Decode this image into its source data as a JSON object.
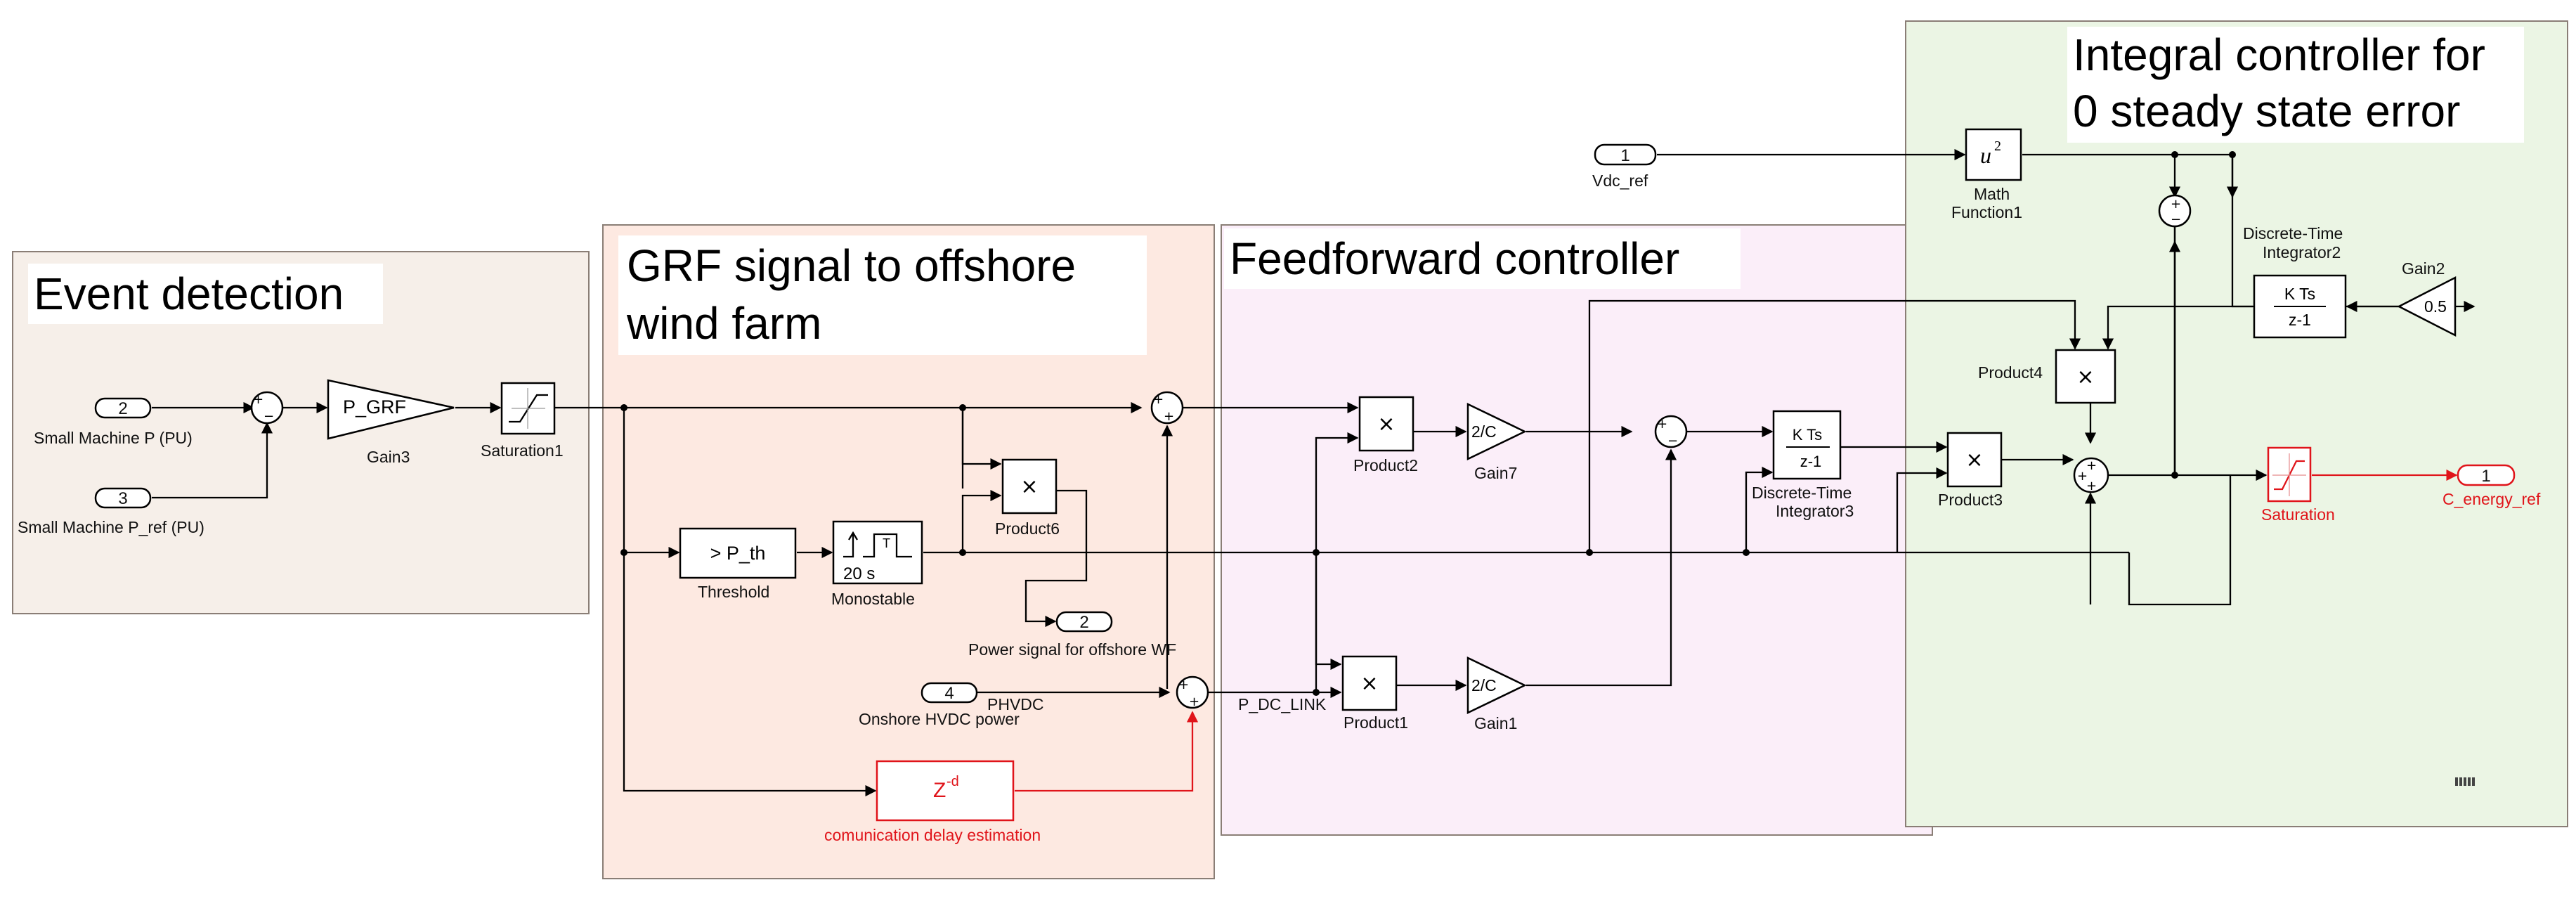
{
  "regions": {
    "event_detection": "Event detection",
    "grf_line1": "GRF signal to offshore",
    "grf_line2": "wind farm",
    "feedforward": "Feedforward controller",
    "integral_line1": "Integral controller for",
    "integral_line2": "0 steady state error"
  },
  "colors": {
    "event_bg": "#f6efe9",
    "grf_bg": "#fde9e1",
    "ff_bg": "#fbeef9",
    "int_bg": "#ebf5e4",
    "signal_red": "#e0141a"
  },
  "inports": {
    "in2_num": "2",
    "in2_label": "Small Machine P (PU)",
    "in3_num": "3",
    "in3_label": "Small Machine P_ref (PU)",
    "in4_num": "4",
    "in4_label": "Onshore HVDC power",
    "in1_num": "1",
    "in1_label": "Vdc_ref"
  },
  "outports": {
    "out2_num": "2",
    "out2_label": "Power signal for offshore WF",
    "out1_num": "1",
    "out1_label": "C_energy_ref"
  },
  "blocks": {
    "gain3_text": "P_GRF",
    "gain3_name": "Gain3",
    "saturation1_name": "Saturation1",
    "threshold_text": "> P_th",
    "threshold_name": "Threshold",
    "monostable_text": "20 s",
    "monostable_name": "Monostable",
    "product6_name": "Product6",
    "delay_text": "Z",
    "delay_sup": "-d",
    "delay_name": "comunication delay estimation",
    "product2_name": "Product2",
    "product1_name": "Product1",
    "gain7_text": "2/C",
    "gain7_name": "Gain7",
    "gain1_text": "2/C",
    "gain1_name": "Gain1",
    "dti3_num": "K Ts",
    "dti3_den": "z-1",
    "dti3_name1": "Discrete-Time",
    "dti3_name2": "Integrator3",
    "product3_name": "Product3",
    "product4_name": "Product4",
    "math_text": "u",
    "math_sup": "2",
    "math_name1": "Math",
    "math_name2": "Function1",
    "dti2_num": "K Ts",
    "dti2_den": "z-1",
    "dti2_name1": "Discrete-Time",
    "dti2_name2": "Integrator2",
    "gain2_text": "0.5",
    "gain2_name": "Gain2",
    "saturation_name": "Saturation",
    "times_symbol": "×"
  },
  "signals": {
    "phvdc": "PHVDC",
    "p_dc_link": "P_DC_LINK"
  },
  "signs": {
    "plus": "+",
    "minus": "−"
  }
}
